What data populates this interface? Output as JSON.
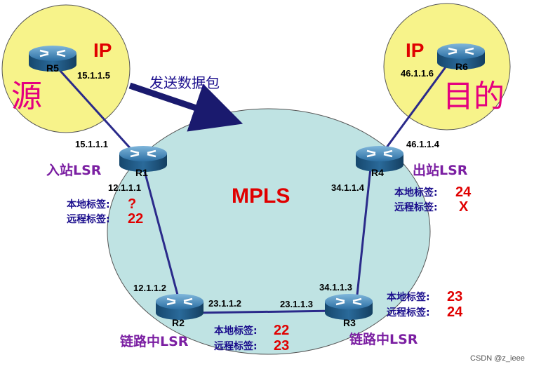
{
  "cloud_label": "MPLS",
  "send_label": "发送数据包",
  "source": {
    "ip": "IP",
    "text": "源"
  },
  "dest": {
    "ip": "IP",
    "text": "目的"
  },
  "routers": {
    "r1": {
      "name": "R1",
      "role": "入站LSR",
      "ip_top": "15.1.1.1",
      "ip_bottom": "12.1.1.1"
    },
    "r2": {
      "name": "R2",
      "role": "链路中LSR",
      "ip_left": "12.1.1.2",
      "ip_right": "23.1.1.2"
    },
    "r3": {
      "name": "R3",
      "role": "链路中LSR",
      "ip_top": "34.1.1.3",
      "ip_left": "23.1.1.3"
    },
    "r4": {
      "name": "R4",
      "role": "出站LSR",
      "ip_top": "46.1.1.4",
      "ip_bottom": "34.1.1.4"
    },
    "r5": {
      "name": "R5",
      "ip": "15.1.1.5"
    },
    "r6": {
      "name": "R6",
      "ip": "46.1.1.6"
    }
  },
  "labels": {
    "local": "本地标签:",
    "remote": "远程标签:",
    "r1": {
      "local": "?",
      "remote": "22"
    },
    "r2": {
      "local": "22",
      "remote": "23"
    },
    "r3": {
      "local": "23",
      "remote": "24"
    },
    "r4": {
      "local": "24",
      "remote": "X"
    }
  },
  "watermark": "CSDN @z_ieee",
  "colors": {
    "cloud": "#bfe3e3",
    "endpoint": "#f7f38a",
    "link": "#2a2a8a",
    "router": "#1e5d8c"
  }
}
